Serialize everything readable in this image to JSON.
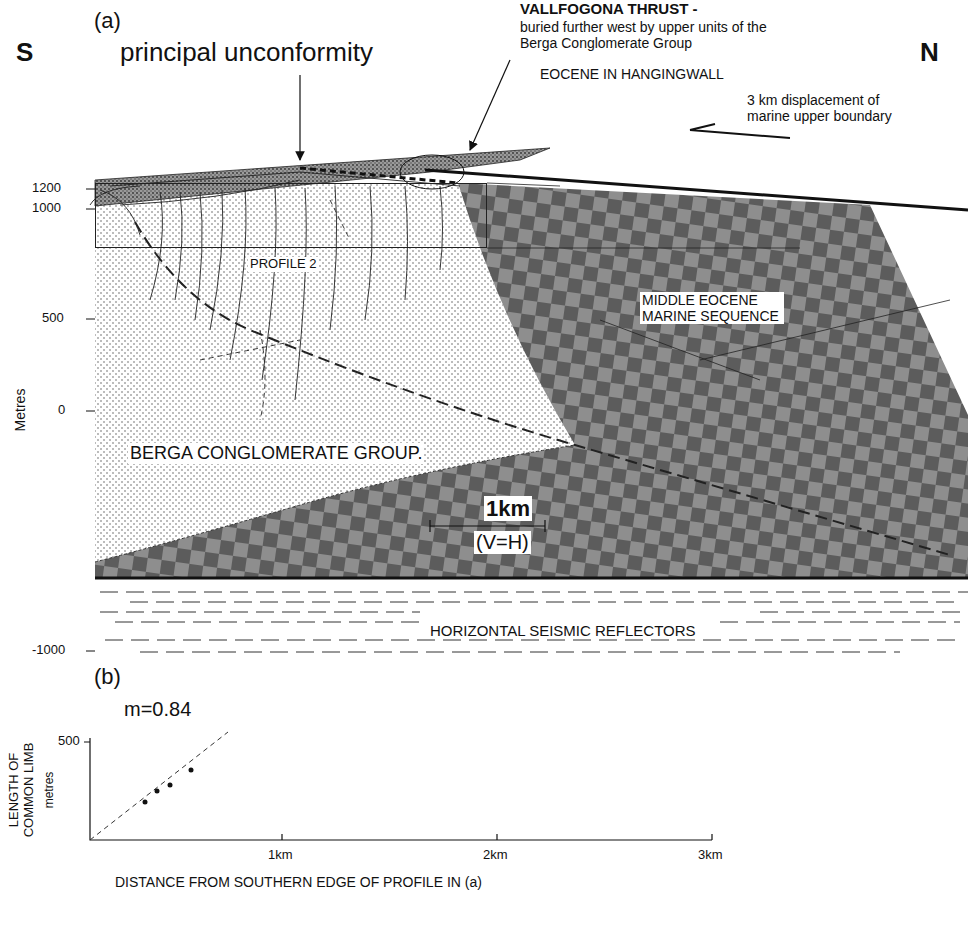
{
  "diagram": {
    "nodes": [
      {
        "text": [
          "PROFILE 2"
        ]
      }
    ],
    "labels": [
      "(a)",
      "S",
      "principal unconformity",
      "VALLFOGONA THRUST -",
      "buried further west by upper units of the Berga Conglomerate Group",
      "N",
      "EOCENE IN HANGINGWALL",
      "3 km displacement of marine upper boundary",
      "1200",
      "1000",
      "500",
      "0",
      "-1000",
      "Metres",
      "MIDDLE EOCENE MARINE SEQUENCE",
      "BERGA CONGLOMERATE GROUP.",
      "1km",
      "(V=H)",
      "HORIZONTAL SEISMIC REFLECTORS",
      "(b)",
      "m=0.84",
      "500",
      "LENGTH OF COMMON LIMB",
      "metres",
      "1km",
      "2km",
      "3km",
      "DISTANCE FROM SOUTHERN EDGE OF PROFILE IN (a)"
    ]
  }
}
